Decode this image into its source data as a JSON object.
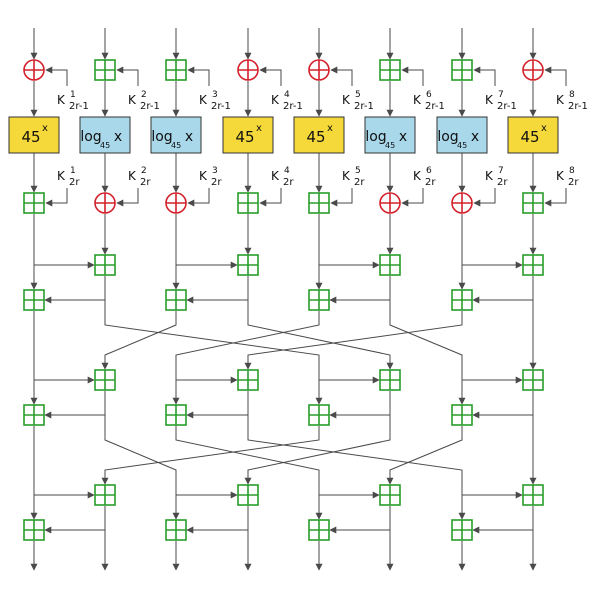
{
  "colors": {
    "wire": "#4a4a4a",
    "xor": "#d4202a",
    "add": "#2a9d2a",
    "exp_box": "#f5d83a",
    "log_box": "#a8d8ea",
    "box_border": "#333333"
  },
  "sboxes": [
    {
      "type": "exp",
      "base": "45",
      "exponent": "x",
      "color": "#f5d83a"
    },
    {
      "type": "log",
      "base": "45",
      "word": "log",
      "arg": "x",
      "color": "#a8d8ea"
    },
    {
      "type": "log",
      "base": "45",
      "word": "log",
      "arg": "x",
      "color": "#a8d8ea"
    },
    {
      "type": "exp",
      "base": "45",
      "exponent": "x",
      "color": "#f5d83a"
    },
    {
      "type": "exp",
      "base": "45",
      "exponent": "x",
      "color": "#f5d83a"
    },
    {
      "type": "log",
      "base": "45",
      "word": "log",
      "arg": "x",
      "color": "#a8d8ea"
    },
    {
      "type": "log",
      "base": "45",
      "word": "log",
      "arg": "x",
      "color": "#a8d8ea"
    },
    {
      "type": "exp",
      "base": "45",
      "exponent": "x",
      "color": "#f5d83a"
    }
  ],
  "key_mix_top": [
    "xor",
    "add",
    "add",
    "xor",
    "xor",
    "add",
    "add",
    "xor"
  ],
  "key_mix_bottom": [
    "add",
    "xor",
    "xor",
    "add",
    "add",
    "xor",
    "xor",
    "add"
  ],
  "keys_top": [
    {
      "letter": "K",
      "sup": "1",
      "sub": "2r-1"
    },
    {
      "letter": "K",
      "sup": "2",
      "sub": "2r-1"
    },
    {
      "letter": "K",
      "sup": "3",
      "sub": "2r-1"
    },
    {
      "letter": "K",
      "sup": "4",
      "sub": "2r-1"
    },
    {
      "letter": "K",
      "sup": "5",
      "sub": "2r-1"
    },
    {
      "letter": "K",
      "sup": "6",
      "sub": "2r-1"
    },
    {
      "letter": "K",
      "sup": "7",
      "sub": "2r-1"
    },
    {
      "letter": "K",
      "sup": "8",
      "sub": "2r-1"
    }
  ],
  "keys_bottom": [
    {
      "letter": "K",
      "sup": "1",
      "sub": "2r"
    },
    {
      "letter": "K",
      "sup": "2",
      "sub": "2r"
    },
    {
      "letter": "K",
      "sup": "3",
      "sub": "2r"
    },
    {
      "letter": "K",
      "sup": "4",
      "sub": "2r"
    },
    {
      "letter": "K",
      "sup": "5",
      "sub": "2r"
    },
    {
      "letter": "K",
      "sup": "6",
      "sub": "2r"
    },
    {
      "letter": "K",
      "sup": "7",
      "sub": "2r"
    },
    {
      "letter": "K",
      "sup": "8",
      "sub": "2r"
    }
  ],
  "pht_layers": 3,
  "permutations": [
    [
      0,
      2,
      4,
      6,
      1,
      3,
      5,
      7
    ],
    [
      0,
      4,
      1,
      5,
      2,
      6,
      3,
      7
    ]
  ]
}
